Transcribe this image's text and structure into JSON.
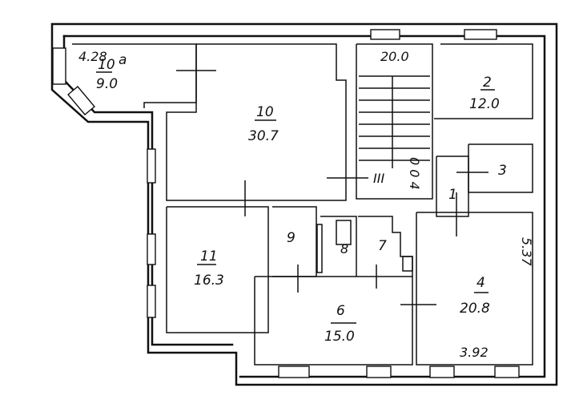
{
  "title": "Apartment floor plan",
  "rooms": [
    {
      "id": "10a",
      "number": "10",
      "suffix": "a",
      "area": "9.0",
      "dimension": "4.28"
    },
    {
      "id": "10",
      "number": "10",
      "area": "30.7"
    },
    {
      "id": "stair",
      "number": "",
      "area": "20.0"
    },
    {
      "id": "2",
      "number": "2",
      "area": "12.0"
    },
    {
      "id": "3",
      "number": "3",
      "area": ""
    },
    {
      "id": "1",
      "number": "1",
      "area": ""
    },
    {
      "id": "11",
      "number": "11",
      "area": "16.3"
    },
    {
      "id": "9",
      "number": "9",
      "area": ""
    },
    {
      "id": "8",
      "number": "8",
      "area": ""
    },
    {
      "id": "7",
      "number": "7",
      "area": ""
    },
    {
      "id": "6",
      "number": "6",
      "area": "15.0"
    },
    {
      "id": "4",
      "number": "4",
      "area": "20.8"
    }
  ],
  "corridor_label": "III",
  "stair_marks": "0 0 4",
  "dimensions": {
    "room4_width": "3.92",
    "room4_depth": "5.37"
  }
}
